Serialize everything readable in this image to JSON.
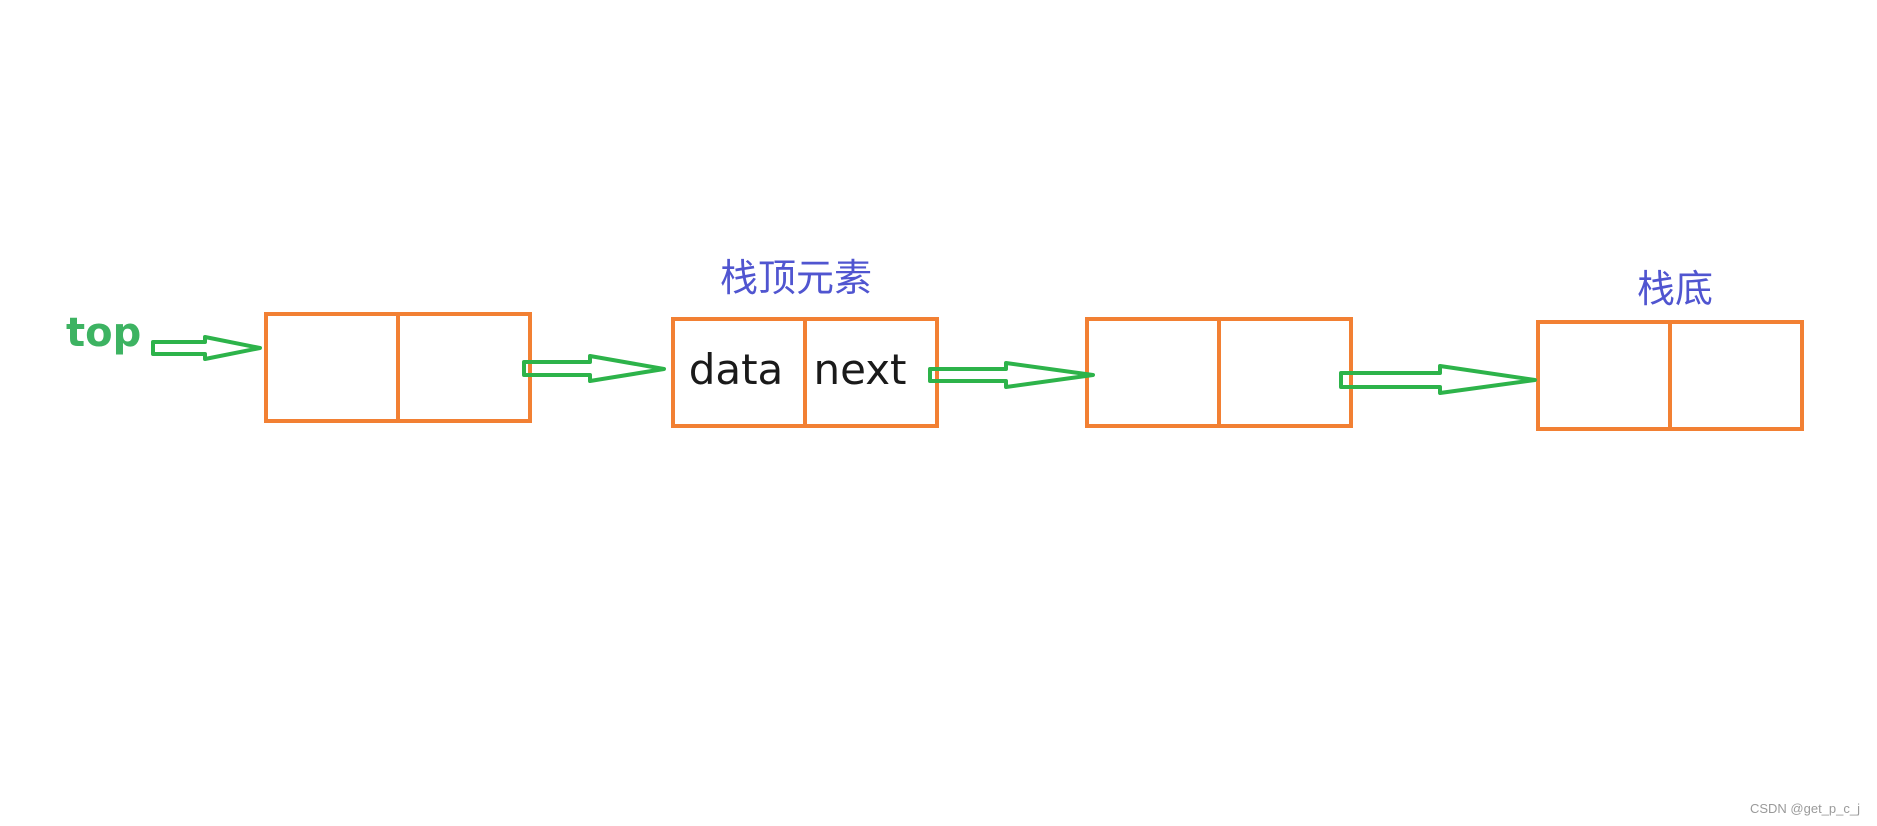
{
  "colors": {
    "node_border": "#f28033",
    "arrow": "#2db34a",
    "pointer_label": "#3db362",
    "annotation": "#5055d0",
    "field_text": "#1a1a1a",
    "watermark": "#9a9a9a"
  },
  "pointer": {
    "label": "top"
  },
  "nodes": [
    {
      "data": "",
      "next": "",
      "annotation": ""
    },
    {
      "data": "data",
      "next": "next",
      "annotation": "栈顶元素"
    },
    {
      "data": "",
      "next": "",
      "annotation": ""
    },
    {
      "data": "",
      "next": "",
      "annotation": "栈底"
    }
  ],
  "watermark": "CSDN @get_p_c_j"
}
